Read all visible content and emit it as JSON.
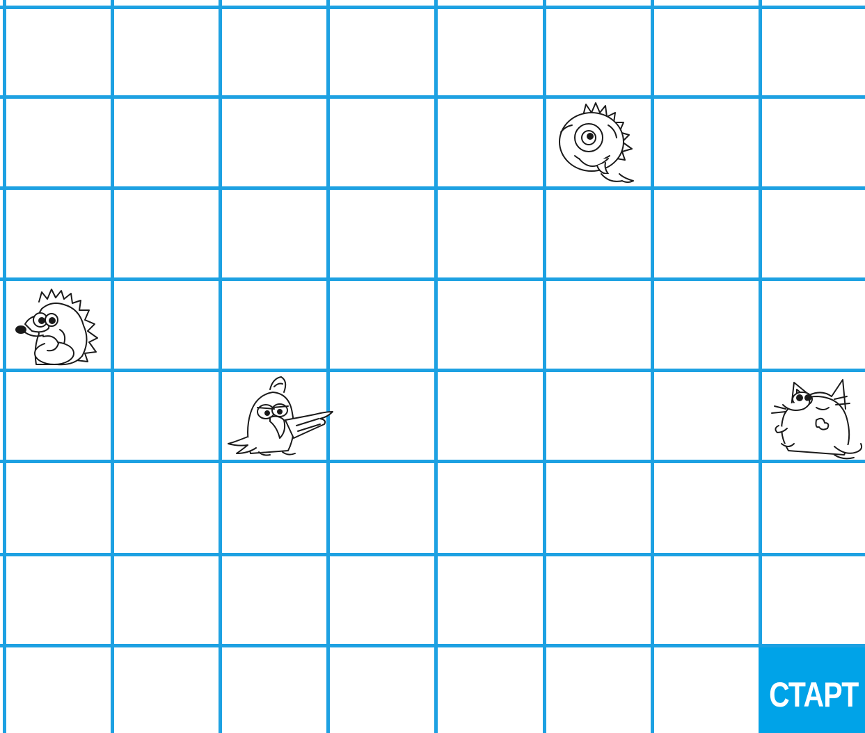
{
  "board": {
    "columns": 8,
    "rows": 8,
    "grid_color": "#1da1e2",
    "start_color": "#00a3e8"
  },
  "start_cell": {
    "label": "СТАРТ",
    "row": 8,
    "column": 8
  },
  "animals": [
    {
      "name": "fish",
      "icon": "fish-icon",
      "row": 2,
      "column": 6
    },
    {
      "name": "hedgehog",
      "icon": "hedgehog-icon",
      "row": 4,
      "column": 1
    },
    {
      "name": "bird",
      "icon": "bird-icon",
      "row": 5,
      "column": 3
    },
    {
      "name": "cat",
      "icon": "cat-icon",
      "row": 5,
      "column": 8
    }
  ]
}
